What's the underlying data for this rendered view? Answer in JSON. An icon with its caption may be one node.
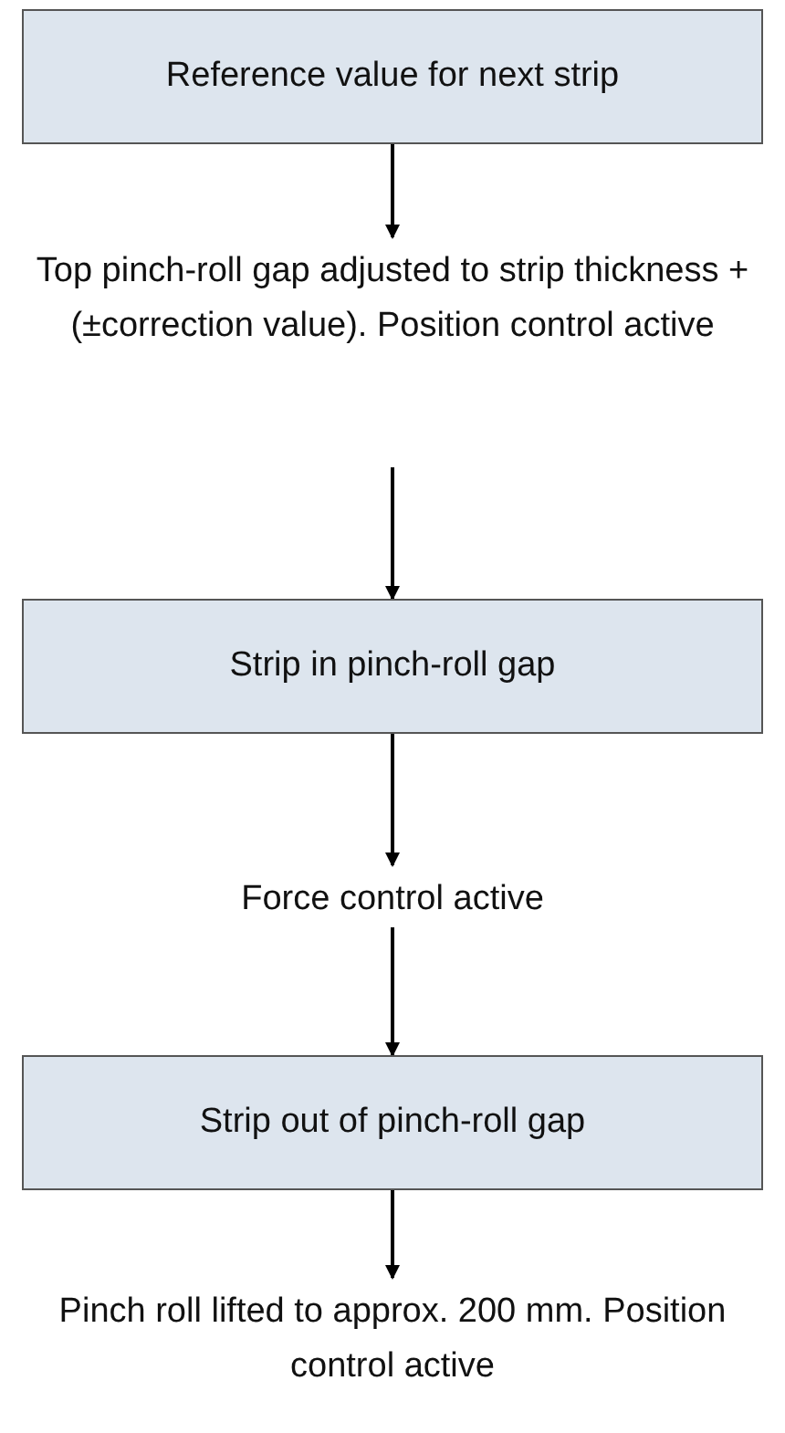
{
  "diagram": {
    "nodes": [
      {
        "text": [
          "Reference value for next strip"
        ]
      },
      {
        "text": [
          "Top pinch-roll gap adjusted to strip thickness + (±correction value). Position control active"
        ]
      },
      {
        "text": [
          "Strip in pinch-roll gap"
        ]
      },
      {
        "text": [
          "Force control active"
        ]
      },
      {
        "text": [
          "Strip out of pinch-roll gap"
        ]
      },
      {
        "text": [
          "Pinch roll lifted to approx. 200 mm. Position control active"
        ]
      }
    ],
    "edges": [
      {
        "from": 0,
        "to": 1,
        "arrow": "to"
      },
      {
        "from": 1,
        "to": 2,
        "arrow": "to"
      },
      {
        "from": 2,
        "to": 3,
        "arrow": "to"
      },
      {
        "from": 3,
        "to": 4,
        "arrow": "to"
      },
      {
        "from": 4,
        "to": 5,
        "arrow": "to"
      }
    ]
  }
}
